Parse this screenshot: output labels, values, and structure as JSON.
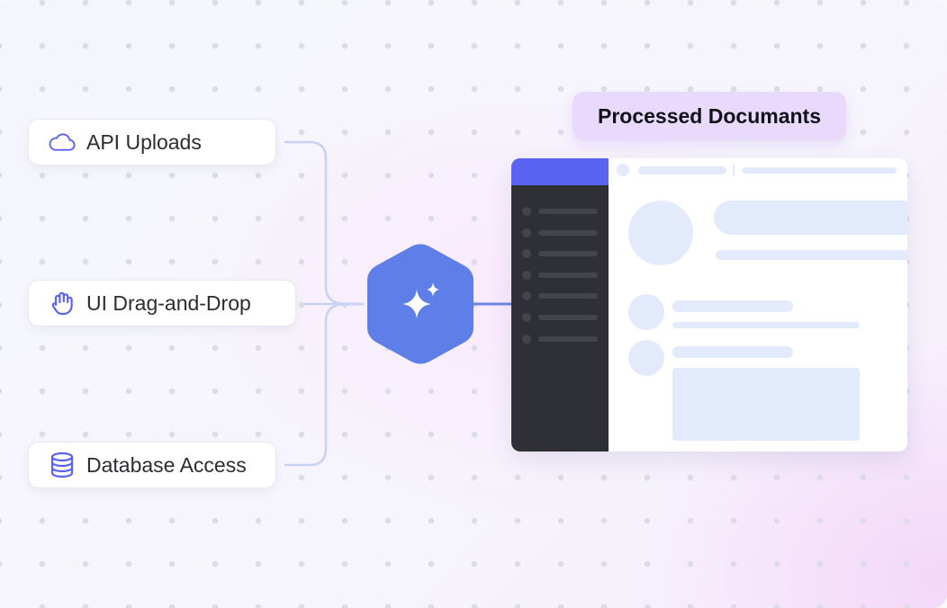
{
  "sources": [
    {
      "label": "API Uploads",
      "icon": "cloud-icon"
    },
    {
      "label": "UI Drag-and-Drop",
      "icon": "hand-icon"
    },
    {
      "label": "Database Access",
      "icon": "database-icon"
    }
  ],
  "processor": {
    "icon": "sparkle-icon"
  },
  "output": {
    "title": "Processed Documants"
  },
  "colors": {
    "accent": "#5b63f2",
    "hex_fill": "#5e7ee8",
    "connector": "#c9d1f5",
    "connector_strong": "#6b86e6",
    "title_pill": "#e9dafd",
    "doc_sidebar": "#2f3035",
    "skeleton": "#e2eafb"
  }
}
